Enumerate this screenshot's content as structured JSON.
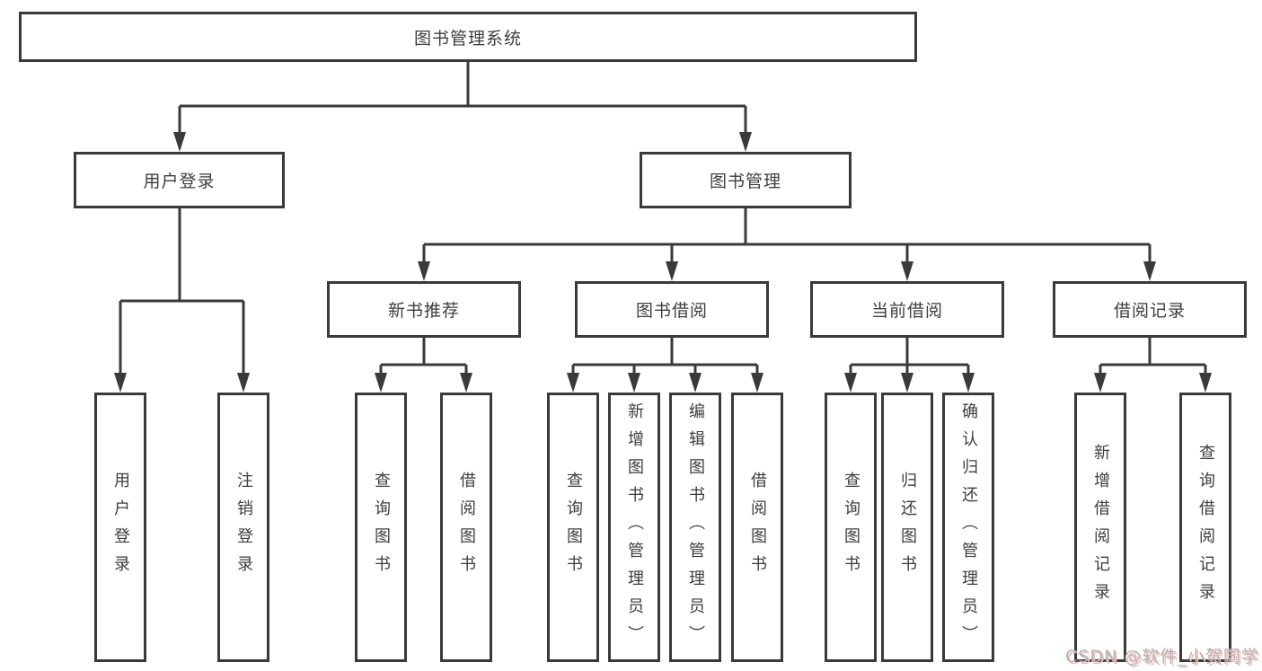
{
  "tree": {
    "root": {
      "label": "图书管理系统",
      "children": [
        {
          "label": "用户登录",
          "children": [
            {
              "label": "用户登录"
            },
            {
              "label": "注销登录"
            }
          ]
        },
        {
          "label": "图书管理",
          "children": [
            {
              "label": "新书推荐",
              "children": [
                {
                  "label": "查询图书"
                },
                {
                  "label": "借阅图书"
                }
              ]
            },
            {
              "label": "图书借阅",
              "children": [
                {
                  "label": "查询图书"
                },
                {
                  "label": "新增图书（管理员）"
                },
                {
                  "label": "编辑图书（管理员）"
                },
                {
                  "label": "借阅图书"
                }
              ]
            },
            {
              "label": "当前借阅",
              "children": [
                {
                  "label": "查询图书"
                },
                {
                  "label": "归还图书"
                },
                {
                  "label": "确认归还（管理员）"
                }
              ]
            },
            {
              "label": "借阅记录",
              "children": [
                {
                  "label": "新增借阅记录"
                },
                {
                  "label": "查询借阅记录"
                }
              ]
            }
          ]
        }
      ]
    }
  },
  "watermark": {
    "text": "CSDN @软件_小贺同学"
  },
  "colors": {
    "line": "#3a3a3a",
    "text": "#3d3d3d",
    "box_bg": "#ffffff",
    "wm_gray": "#b3b3b3",
    "wm_red": "#f2b8b4"
  }
}
